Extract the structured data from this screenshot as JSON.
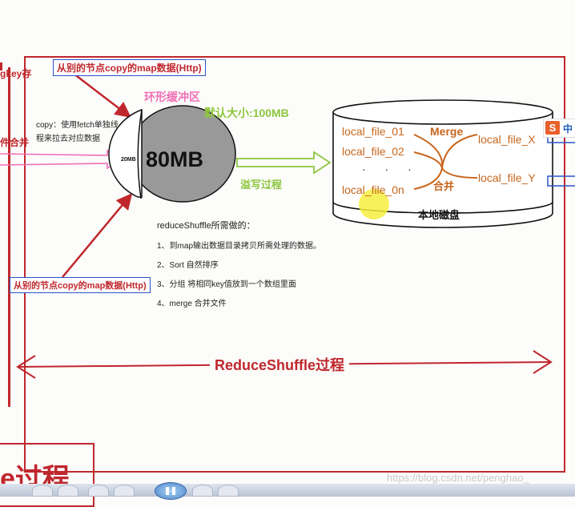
{
  "fragments": {
    "left_top": "gkey存",
    "left_mid": "件合并",
    "bottom_title": "e过程"
  },
  "labels": {
    "copy_top": "从别的节点copy的map数据(Http)",
    "copy_bottom": "从别的节点copy的map数据(Http)",
    "ring_buffer": "环形缓冲区",
    "default_size": "默认大小:100MB",
    "copy_note": "copy：使用fetch单独线程来拉去对应数据",
    "buffer_used": "80MB",
    "buffer_free": "20MB",
    "spill": "溢写过程"
  },
  "disk": {
    "inputs": [
      "local_file_01",
      "local_file_02",
      "local_file_0n"
    ],
    "dots": "· · ·",
    "merge": "Merge",
    "combine": "合并",
    "outputs": [
      "local_file_X",
      "local_file_Y"
    ],
    "label": "本地磁盘"
  },
  "reduce_shuffle": {
    "title": "reduceShuffle所需做的：",
    "steps": [
      "1、到map输出数据目录拷贝所需处理的数据。",
      "2、Sort 自然排序",
      "3、分组  将相同key值放到一个数组里面",
      "4、merge 合并文件"
    ]
  },
  "process_label": "ReduceShuffle过程",
  "ime": {
    "logo": "S",
    "text": "中"
  },
  "watermark": "https://blog.csdn.net/penghao_",
  "colors": {
    "frame_red": "#c0272d",
    "pink": "#f06fb6",
    "green": "#8ec63f",
    "orange": "#c8661c",
    "blue_border": "#2a54c8"
  }
}
